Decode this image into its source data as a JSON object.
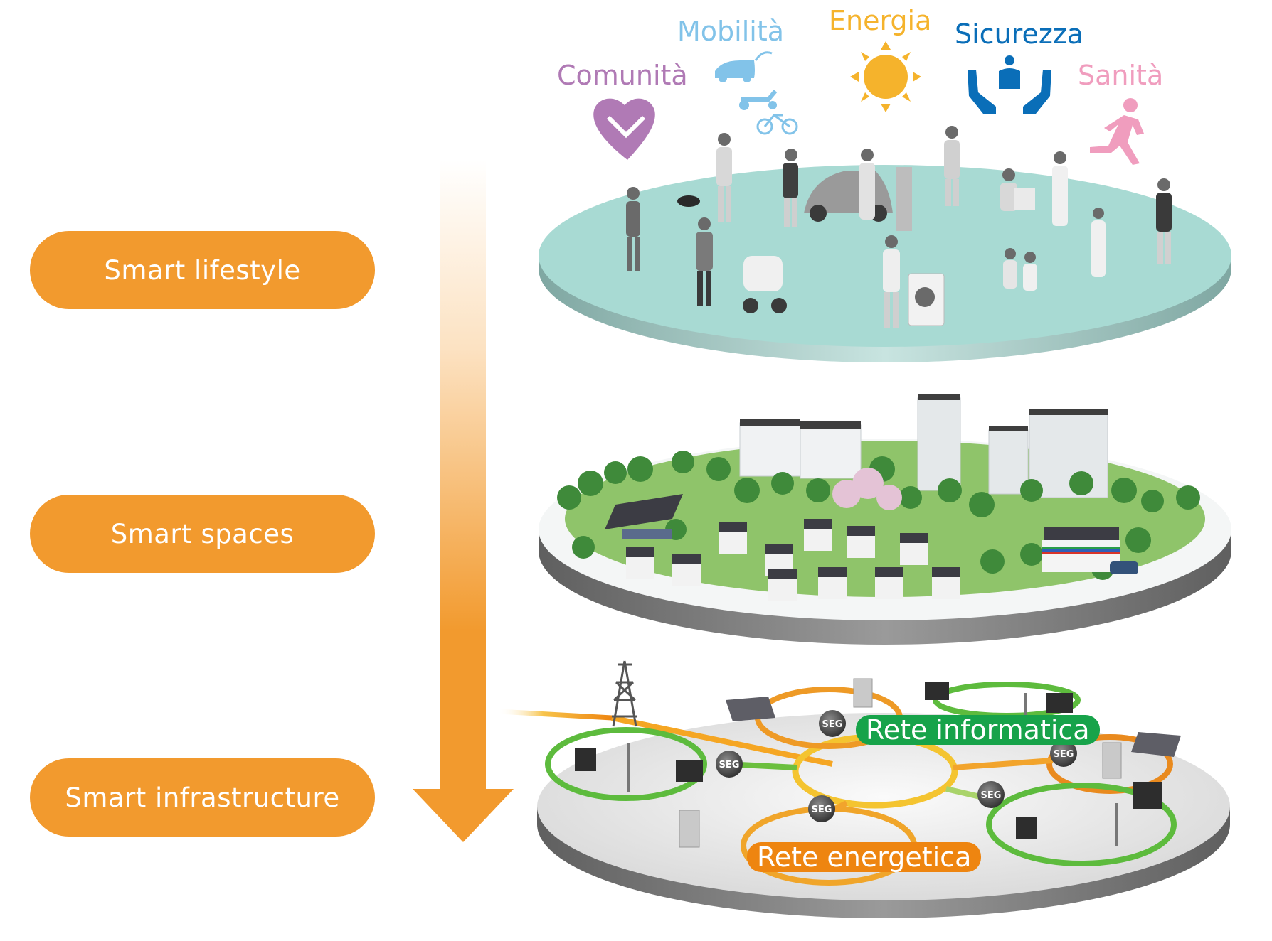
{
  "diagram": {
    "layers": [
      {
        "label": "Smart lifestyle",
        "scene": "people-platform"
      },
      {
        "label": "Smart spaces",
        "scene": "city-platform"
      },
      {
        "label": "Smart infrastructure",
        "scene": "network-platform"
      }
    ],
    "flow_direction": "top-to-bottom",
    "categories": [
      {
        "label": "Comunità",
        "icon": "heart-handshake-icon",
        "color": "#B07AB5"
      },
      {
        "label": "Mobilità",
        "icon": "electric-vehicles-icon",
        "color": "#82C3E9"
      },
      {
        "label": "Energia",
        "icon": "sun-icon",
        "color": "#F5B32C"
      },
      {
        "label": "Sicurezza",
        "icon": "protecting-hands-icon",
        "color": "#0A6EB8"
      },
      {
        "label": "Sanità",
        "icon": "running-person-icon",
        "color": "#F09DBE"
      }
    ],
    "networks": [
      {
        "label": "Rete informatica",
        "color": "#17A34A"
      },
      {
        "label": "Rete energetica",
        "color": "#EE8510"
      }
    ],
    "node_label": "SEG",
    "colors": {
      "accent": "#F29A2E",
      "lifestyle_platform": "#A8DAD3",
      "spaces_platform": "#F4F6F6",
      "infrastructure_platform": "#E6E6E6"
    }
  }
}
